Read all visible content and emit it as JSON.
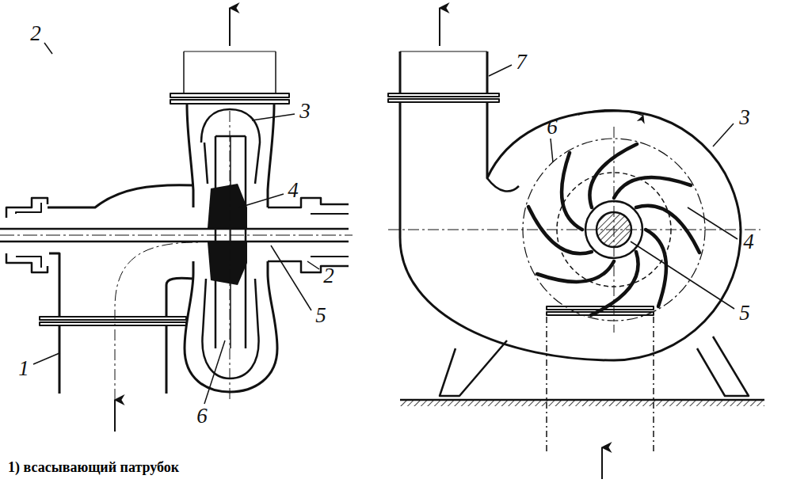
{
  "diagram": {
    "caption": "1) всасывающий патрубок",
    "labels": [
      "2",
      "3",
      "4",
      "2",
      "5",
      "1",
      "6",
      "7",
      "6",
      "3",
      "4",
      "5"
    ]
  }
}
